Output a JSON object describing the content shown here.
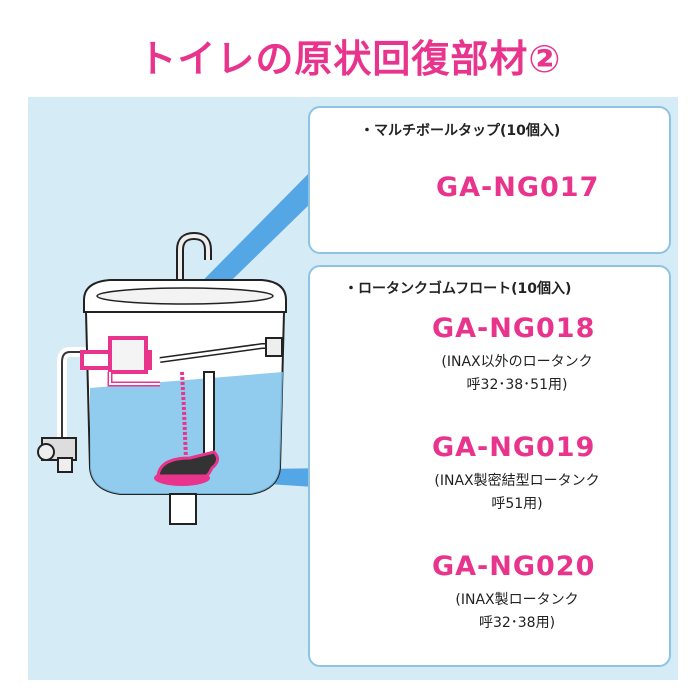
{
  "title": "トイレの原状回復部材②",
  "colors": {
    "accent": "#e8348c",
    "panel": "#d5ebf6",
    "frame": "#8fc3e2",
    "water": "#7ec3ec"
  },
  "box1": {
    "header": "・マルチボールタップ(10個入)",
    "code": "GA-NG017"
  },
  "box2": {
    "header": "・ロータンクゴムフロート(10個入)",
    "items": [
      {
        "code": "GA-NG018",
        "note1": "(INAX以外のロータンク",
        "note2": "呼32･38･51用)"
      },
      {
        "code": "GA-NG019",
        "note1": "(INAX製密結型ロータンク",
        "note2": "呼51用)"
      },
      {
        "code": "GA-NG020",
        "note1": "(INAX製ロータンク",
        "note2": "呼32･38用)"
      }
    ]
  }
}
